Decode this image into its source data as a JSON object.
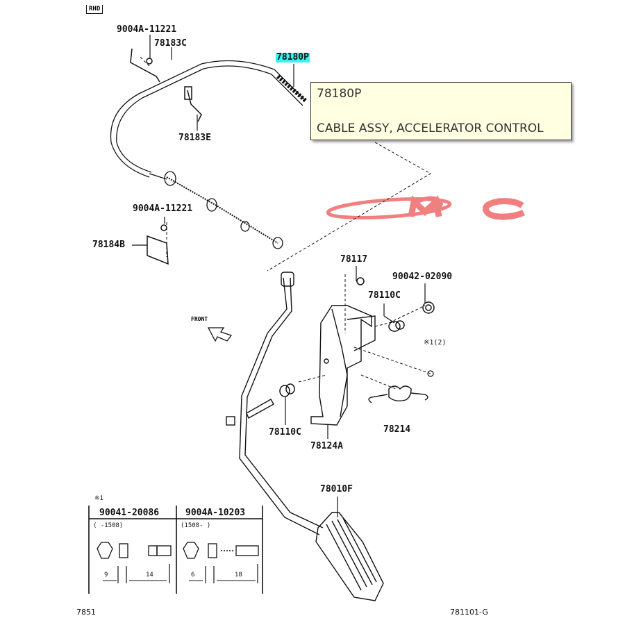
{
  "diagram": {
    "drive_side_badge": "RHD",
    "watermark": {
      "text": "MC",
      "color": "#f08080"
    },
    "highlight_color": "#3ff0f0",
    "tooltip": {
      "part_number": "78180P",
      "description": "CABLE ASSY, ACCELERATOR CONTROL",
      "background": "#ffffe1"
    },
    "front_label": "FRONT",
    "callouts": [
      {
        "id": "bolt-top",
        "text": "9004A-11221"
      },
      {
        "id": "clamp-c",
        "text": "78183C"
      },
      {
        "id": "cable",
        "text": "78180P",
        "highlighted": true
      },
      {
        "id": "clamp-e",
        "text": "78183E"
      },
      {
        "id": "bolt-mid",
        "text": "9004A-11221"
      },
      {
        "id": "bracket-b",
        "text": "78184B"
      },
      {
        "id": "stopper",
        "text": "78117"
      },
      {
        "id": "nut",
        "text": "90042-02090"
      },
      {
        "id": "bushing-upper",
        "text": "78110C"
      },
      {
        "id": "note-ref",
        "text": "※1(2)"
      },
      {
        "id": "bushing-lower",
        "text": "78110C"
      },
      {
        "id": "bracket-a",
        "text": "78124A"
      },
      {
        "id": "spring",
        "text": "78214"
      },
      {
        "id": "pedal",
        "text": "78010F"
      }
    ],
    "bolt_table": {
      "note_mark": "※1",
      "columns": [
        {
          "part_number": "90041-20086",
          "date_range": "(     -1508)",
          "dim_a": "9",
          "dim_b": "14"
        },
        {
          "part_number": "9004A-10203",
          "date_range": "(1508-      )",
          "dim_a": "6",
          "dim_b": "18"
        }
      ]
    },
    "footer": {
      "left_code": "7851",
      "right_code": "781101-G"
    }
  }
}
